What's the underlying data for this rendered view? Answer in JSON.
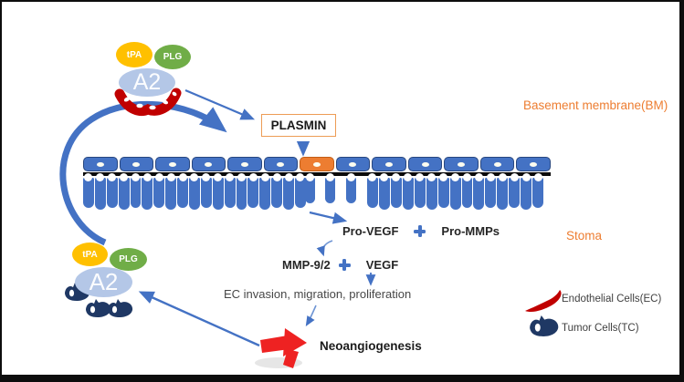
{
  "molecules": {
    "tpa": "tPA",
    "plg": "PLG",
    "a2": "A2",
    "plasmin": "PLASMIN"
  },
  "pathway": {
    "pro_vegf": "Pro-VEGF",
    "pro_mmps": "Pro-MMPs",
    "mmp": "MMP-9/2",
    "vegf": "VEGF",
    "ec_process": "EC invasion, migration, proliferation",
    "neoangiogenesis": "Neoangiogenesis"
  },
  "region_labels": {
    "basement_membrane": "Basement membrane(BM)",
    "stroma": "Stoma"
  },
  "legend": {
    "endothelial": "Endothelial Cells(EC)",
    "tumor": "Tumor Cells(TC)"
  },
  "icons": {
    "plus": "heavy-plus-cross"
  },
  "colors": {
    "pathway_blue": "#4472C4",
    "a2_light_blue": "#B4C7E7",
    "tpa_yellow": "#FFC000",
    "plg_green": "#70AD47",
    "accent_orange": "#ED7D31",
    "endothelial_red": "#C00000",
    "vessel_red": "#EE2222",
    "tumor_navy": "#1F3864"
  }
}
